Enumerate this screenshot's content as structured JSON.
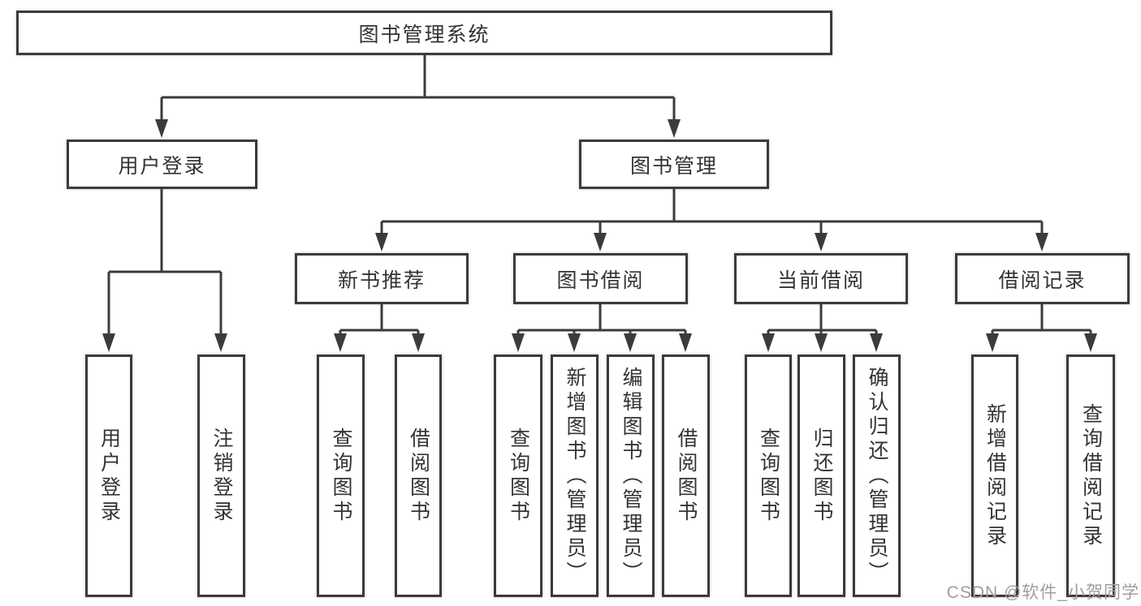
{
  "watermark": "CSDN @软件_小贺同学",
  "colors": {
    "line": "#3b3b3b",
    "text": "#333333",
    "watermark": "#9e9e9e",
    "background": "#ffffff"
  },
  "tree": {
    "label": "图书管理系统",
    "children": [
      {
        "label": "用户登录",
        "children": [
          {
            "label": "用户登录"
          },
          {
            "label": "注销登录"
          }
        ]
      },
      {
        "label": "图书管理",
        "children": [
          {
            "label": "新书推荐",
            "children": [
              {
                "label": "查询图书"
              },
              {
                "label": "借阅图书"
              }
            ]
          },
          {
            "label": "图书借阅",
            "children": [
              {
                "label": "查询图书"
              },
              {
                "label": "新增图书（管理员）"
              },
              {
                "label": "编辑图书（管理员）"
              },
              {
                "label": "借阅图书"
              }
            ]
          },
          {
            "label": "当前借阅",
            "children": [
              {
                "label": "查询图书"
              },
              {
                "label": "归还图书"
              },
              {
                "label": "确认归还（管理员）"
              }
            ]
          },
          {
            "label": "借阅记录",
            "children": [
              {
                "label": "新增借阅记录"
              },
              {
                "label": "查询借阅记录"
              }
            ]
          }
        ]
      }
    ]
  }
}
